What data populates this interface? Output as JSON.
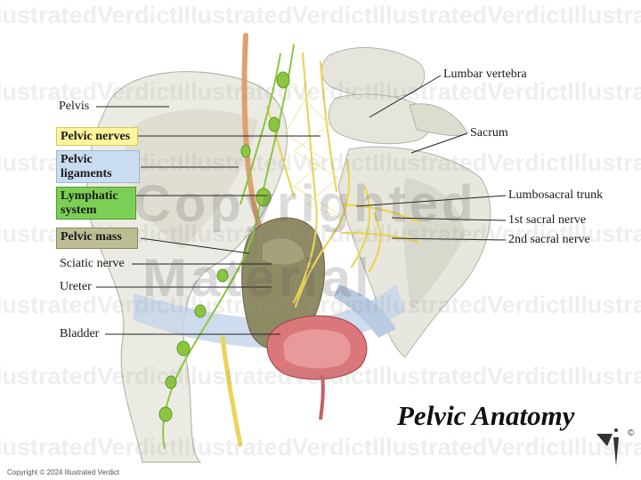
{
  "title": "Pelvic Anatomy",
  "copyright": "Copyright © 2024 Illustrated Verdict",
  "watermark": {
    "text": "IllustratedVerdictIllustratedVerdictIllustratedVerdictIllustratedVerdict",
    "center_top": "Copyrighted",
    "center_bottom": "Material"
  },
  "logo": {
    "icon": "illustrated-verdict-logo-icon",
    "mark": "©"
  },
  "legend": [
    {
      "label": "Pelvic nerves",
      "color": "#fff59d"
    },
    {
      "label": "Pelvic ligaments",
      "color": "#c9dcf2"
    },
    {
      "label": "Lymphatic system",
      "color": "#7ccf55"
    },
    {
      "label": "Pelvic mass",
      "color": "#bdbc94"
    }
  ],
  "labels_left": [
    "Pelvis",
    "Sciatic nerve",
    "Ureter",
    "Bladder"
  ],
  "labels_right": [
    "Lumbar vertebra",
    "Sacrum",
    "Lumbosacral trunk",
    "1st sacral nerve",
    "2nd sacral nerve"
  ],
  "colors": {
    "bone": "#ecebe3",
    "nerve": "#ead55a",
    "lymph": "#8cc63f",
    "mass": "#8e8a64",
    "bladder": "#d9777a",
    "ureter": "#e0a06e",
    "ligament": "#c6d6ea"
  }
}
